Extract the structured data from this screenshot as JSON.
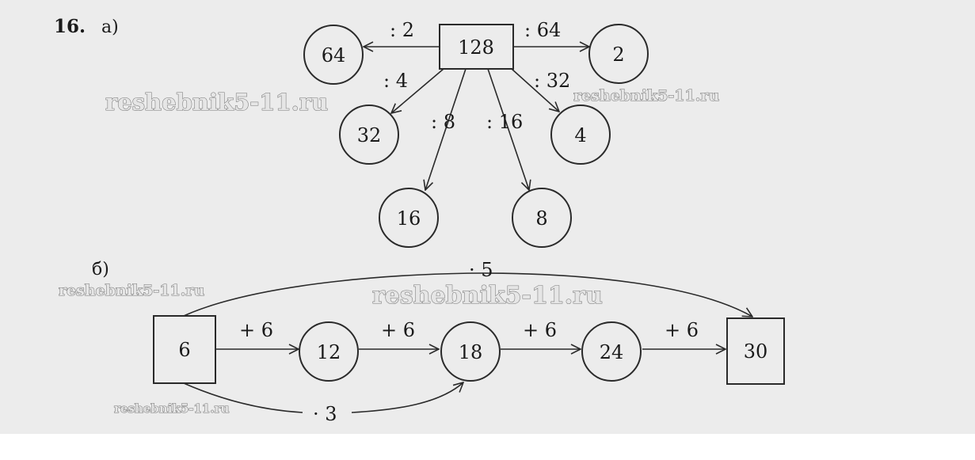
{
  "exercise": {
    "number": "16.",
    "part_a_label": "а)",
    "part_b_label": "б)"
  },
  "watermarks": [
    "reshebnik5-11.ru",
    "reshebnik5-11.ru",
    "reshebnik5-11.ru",
    "reshebnik5-11.ru"
  ],
  "part_a": {
    "nodes": [
      {
        "id": "a128",
        "label": "128",
        "shape": "box"
      },
      {
        "id": "a64",
        "label": "64",
        "shape": "circle"
      },
      {
        "id": "a2",
        "label": "2",
        "shape": "circle"
      },
      {
        "id": "a32",
        "label": "32",
        "shape": "circle"
      },
      {
        "id": "a4",
        "label": "4",
        "shape": "circle"
      },
      {
        "id": "a16",
        "label": "16",
        "shape": "circle"
      },
      {
        "id": "a8",
        "label": "8",
        "shape": "circle"
      }
    ],
    "edges": [
      {
        "from": "a128",
        "to": "a64",
        "label": ": 2"
      },
      {
        "from": "a128",
        "to": "a2",
        "label": ": 64"
      },
      {
        "from": "a128",
        "to": "a32",
        "label": ": 4"
      },
      {
        "from": "a128",
        "to": "a4",
        "label": ": 32"
      },
      {
        "from": "a128",
        "to": "a16",
        "label": ": 8"
      },
      {
        "from": "a128",
        "to": "a8",
        "label": ": 16"
      }
    ]
  },
  "part_b": {
    "nodes": [
      {
        "id": "b6",
        "label": "6",
        "shape": "box"
      },
      {
        "id": "b12",
        "label": "12",
        "shape": "circle"
      },
      {
        "id": "b18",
        "label": "18",
        "shape": "circle"
      },
      {
        "id": "b24",
        "label": "24",
        "shape": "circle"
      },
      {
        "id": "b30",
        "label": "30",
        "shape": "box"
      }
    ],
    "edges": [
      {
        "from": "b6",
        "to": "b12",
        "label": "+ 6"
      },
      {
        "from": "b12",
        "to": "b18",
        "label": "+ 6"
      },
      {
        "from": "b18",
        "to": "b24",
        "label": "+ 6"
      },
      {
        "from": "b24",
        "to": "b30",
        "label": "+ 6"
      },
      {
        "from": "b6",
        "to": "b30",
        "label": "· 5"
      },
      {
        "from": "b6",
        "to": "b18",
        "label": "· 3"
      }
    ]
  }
}
